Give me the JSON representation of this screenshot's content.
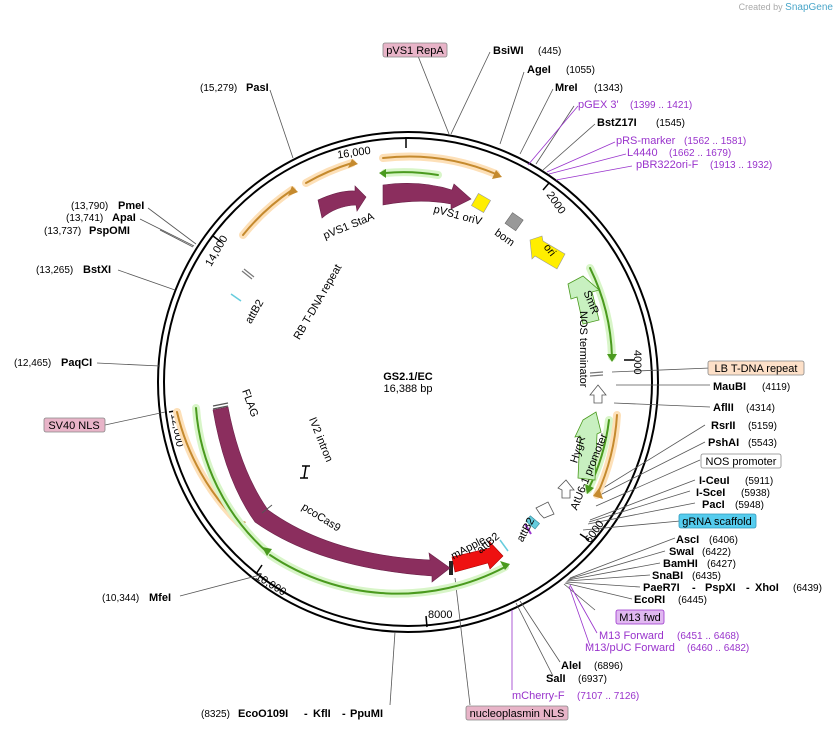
{
  "brand": {
    "created": "Created by",
    "name": "SnapGene"
  },
  "plasmid": {
    "name": "GS2.1/EC",
    "size": "16,388 bp"
  },
  "ticks": [
    "2000",
    "4000",
    "6000",
    "8000",
    "10,000",
    "12,000",
    "14,000",
    "16,000"
  ],
  "features": {
    "pVS1_StaA": "pVS1 StaA",
    "pVS1_oriV": "pVS1 oriV",
    "bom": "bom",
    "ori": "ori",
    "SmR": "SmR",
    "NOS_terminator": "NOS terminator",
    "HygR": "HygR",
    "AtU6_promoter": "AtU6-1 promoter",
    "attB2_a": "attB2",
    "attB2_b": "attB2",
    "mApple": "mApple",
    "pcoCas9": "pcoCas9",
    "FLAG": "FLAG",
    "IV2_intron": "IV2 intron",
    "attB2_c": "attB2",
    "RB_TDNA": "RB T-DNA repeat"
  },
  "boxes": {
    "pVS1_RepA": "pVS1 RepA",
    "SV40_NLS": "SV40 NLS",
    "LB_TDNA": "LB T-DNA repeat",
    "NOS_promoter": "NOS promoter",
    "gRNA_scaffold": "gRNA scaffold",
    "M13_fwd": "M13 fwd",
    "nucleoplasmin_NLS": "nucleoplasmin NLS"
  },
  "sites": {
    "BsiWI": {
      "name": "BsiWI",
      "pos": "(445)"
    },
    "AgeI": {
      "name": "AgeI",
      "pos": "(1055)"
    },
    "MreI": {
      "name": "MreI",
      "pos": "(1343)"
    },
    "BstZ17I": {
      "name": "BstZ17I",
      "pos": "(1545)"
    },
    "MauBI": {
      "name": "MauBI",
      "pos": "(4119)"
    },
    "AflII": {
      "name": "AflII",
      "pos": "(4314)"
    },
    "RsrII": {
      "name": "RsrII",
      "pos": "(5159)"
    },
    "PshAI": {
      "name": "PshAI",
      "pos": "(5543)"
    },
    "ICeuI": {
      "name": "I-CeuI",
      "pos": "(5911)"
    },
    "ISceI": {
      "name": "I-SceI",
      "pos": "(5938)"
    },
    "PacI": {
      "name": "PacI",
      "pos": "(5948)"
    },
    "AscI": {
      "name": "AscI",
      "pos": "(6406)"
    },
    "SwaI": {
      "name": "SwaI",
      "pos": "(6422)"
    },
    "BamHI": {
      "name": "BamHI",
      "pos": "(6427)"
    },
    "SnaBI": {
      "name": "SnaBI",
      "pos": "(6435)"
    },
    "PaeR7I": {
      "name": "PaeR7I",
      "sep1": "-",
      "name2": "PspXI",
      "sep2": "-",
      "name3": "XhoI",
      "pos": "(6439)"
    },
    "EcoRI": {
      "name": "EcoRI",
      "pos": "(6445)"
    },
    "AleI": {
      "name": "AleI",
      "pos": "(6896)"
    },
    "SalI": {
      "name": "SalI",
      "pos": "(6937)"
    },
    "EcoO109I": {
      "pos": "(8325)",
      "name": "EcoO109I",
      "sep1": "-",
      "name2": "KflI",
      "sep2": "-",
      "name3": "PpuMI"
    },
    "MfeI": {
      "pos": "(10,344)",
      "name": "MfeI"
    },
    "PaqCI": {
      "pos": "(12,465)",
      "name": "PaqCI"
    },
    "BstXI": {
      "pos": "(13,265)",
      "name": "BstXI"
    },
    "PspOMI": {
      "pos": "(13,737)",
      "name": "PspOMI"
    },
    "ApaI": {
      "pos": "(13,741)",
      "name": "ApaI"
    },
    "PmeI": {
      "pos": "(13,790)",
      "name": "PmeI"
    },
    "PasI": {
      "pos": "(15,279)",
      "name": "PasI"
    }
  },
  "primers": {
    "pGEX3": {
      "name": "pGEX 3'",
      "pos": "(1399 .. 1421)"
    },
    "pRS_marker": {
      "name": "pRS-marker",
      "pos": "(1562 .. 1581)"
    },
    "L4440": {
      "name": "L4440",
      "pos": "(1662 .. 1679)"
    },
    "pBR322ori_F": {
      "name": "pBR322ori-F",
      "pos": "(1913 .. 1932)"
    },
    "M13_Forward": {
      "name": "M13 Forward",
      "pos": "(6451 .. 6468)"
    },
    "M13_pUC_Forward": {
      "name": "M13/pUC Forward",
      "pos": "(6460 .. 6482)"
    },
    "mCherry_F": {
      "name": "mCherry-F",
      "pos": "(7107 .. 7126)"
    }
  },
  "colors": {
    "plum": "#8b2e5e",
    "yellow": "#ffee00",
    "gray": "#999999",
    "lightgreen": "#c8f0c0",
    "green": "#4a9a1e",
    "orange": "#c58a2e",
    "red": "#ee1111",
    "cyan": "#66ccdd",
    "pink": "#e8b4c8",
    "peach": "#fde0c8",
    "primer": "#9933cc"
  }
}
